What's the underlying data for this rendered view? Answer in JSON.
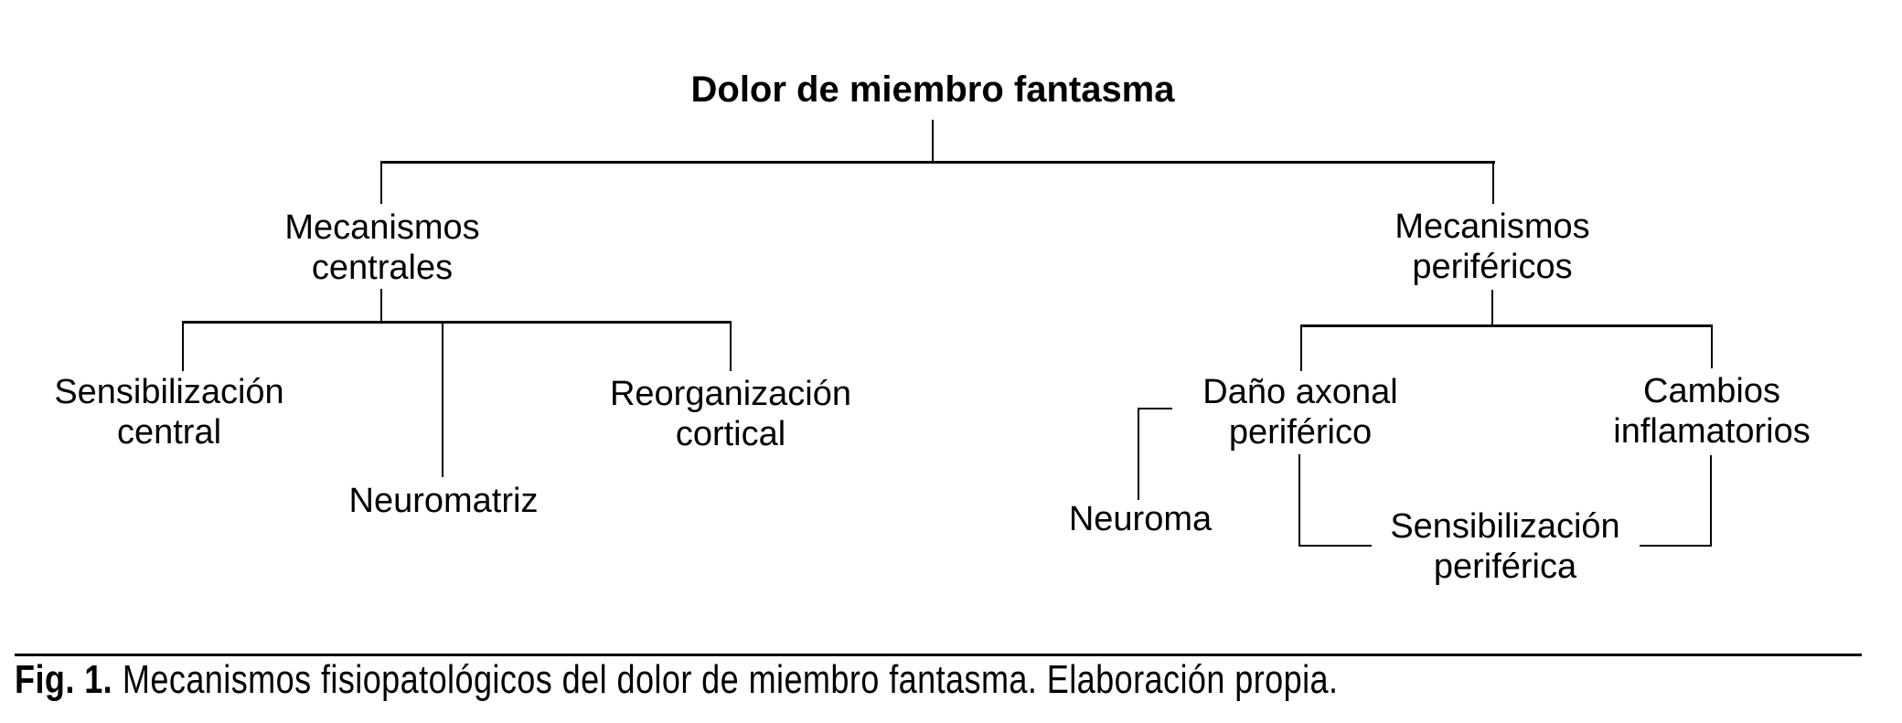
{
  "title": "Dolor de miembro fantasma",
  "nodes": {
    "mecanismos_centrales": {
      "line1": "Mecanismos",
      "line2": "centrales"
    },
    "sensibilizacion_central": {
      "line1": "Sensibilización",
      "line2": "central"
    },
    "neuromatriz": {
      "line1": "Neuromatriz"
    },
    "reorganizacion_cortical": {
      "line1": "Reorganización",
      "line2": "cortical"
    },
    "mecanismos_perifericos": {
      "line1": "Mecanismos",
      "line2": "periféricos"
    },
    "dano_axonal_periferico": {
      "line1": "Daño axonal",
      "line2": "periférico"
    },
    "cambios_inflamatorios": {
      "line1": "Cambios",
      "line2": "inflamatorios"
    },
    "neuroma": {
      "line1": "Neuroma"
    },
    "sensibilizacion_periferica": {
      "line1": "Sensibilización",
      "line2": "periférica"
    }
  },
  "hierarchy": {
    "root": "Dolor de miembro fantasma",
    "children": {
      "Mecanismos centrales": [
        "Sensibilización central",
        "Neuromatriz",
        "Reorganización cortical"
      ],
      "Mecanismos periféricos": [
        "Daño axonal periférico",
        "Cambios inflamatorios"
      ]
    },
    "associations": [
      "Neuroma — Daño axonal periférico",
      "Daño axonal periférico — Sensibilización periférica",
      "Cambios inflamatorios — Sensibilización periférica"
    ]
  },
  "caption": {
    "label": "Fig. 1.",
    "text": "Mecanismos fisiopatológicos del dolor de miembro fantasma. Elaboración propia."
  },
  "colors": {
    "text": "#000000",
    "line": "#000000",
    "background": "#ffffff"
  }
}
